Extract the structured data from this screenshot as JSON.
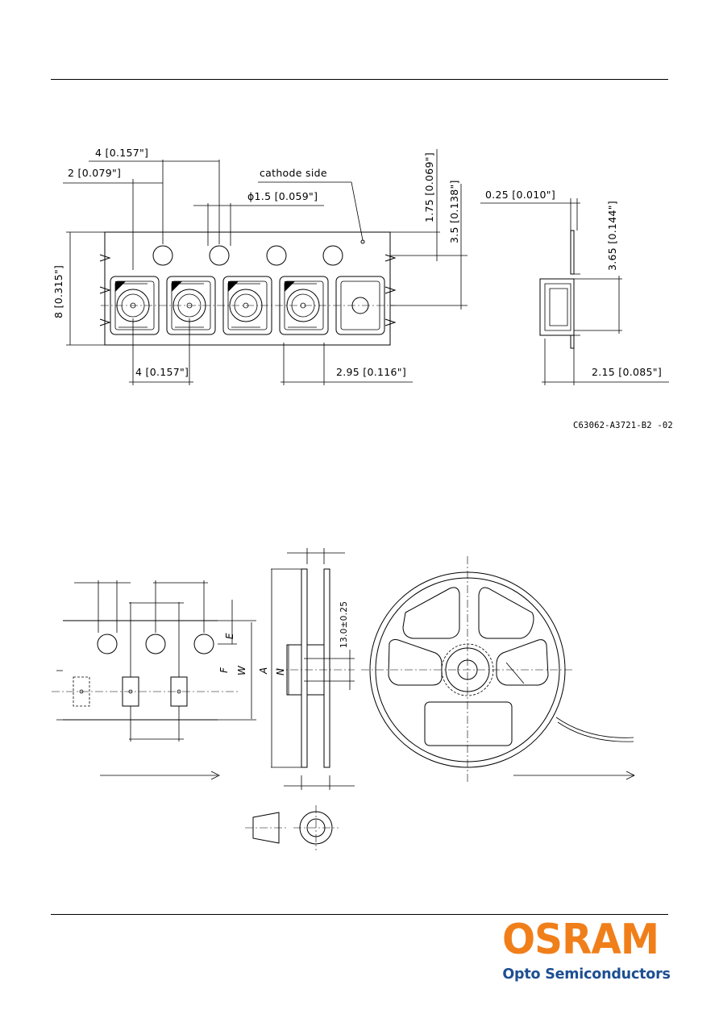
{
  "tape_drawing": {
    "labels": {
      "pitch_4_top": "4 [0.157\"]",
      "dim_2": "2 [0.079\"]",
      "cathode": "cathode side",
      "hole_dia": "ϕ1.5 [0.059\"]",
      "dim_175": "1.75 [0.069\"]",
      "dim_35": "3.5 [0.138\"]",
      "dim_8": "8 [0.315\"]",
      "pitch_4_bottom": "4 [0.157\"]",
      "dim_295": "2.95 [0.116\"]",
      "dim_025": "0.25 [0.010\"]",
      "dim_365": "3.65 [0.144\"]",
      "dim_215": "2.15 [0.085\"]"
    },
    "drawing_number": "C63062-A3721-B2 -02"
  },
  "reel_drawing": {
    "labels": {
      "E": "E",
      "F": "F",
      "W": "W",
      "A": "A",
      "N": "N",
      "hub": "13.0±0.25"
    }
  },
  "logo": {
    "word": "OSRAM",
    "sub": "Opto Semiconductors",
    "color_word": "#f07f1a",
    "color_sub": "#1d4f91"
  }
}
